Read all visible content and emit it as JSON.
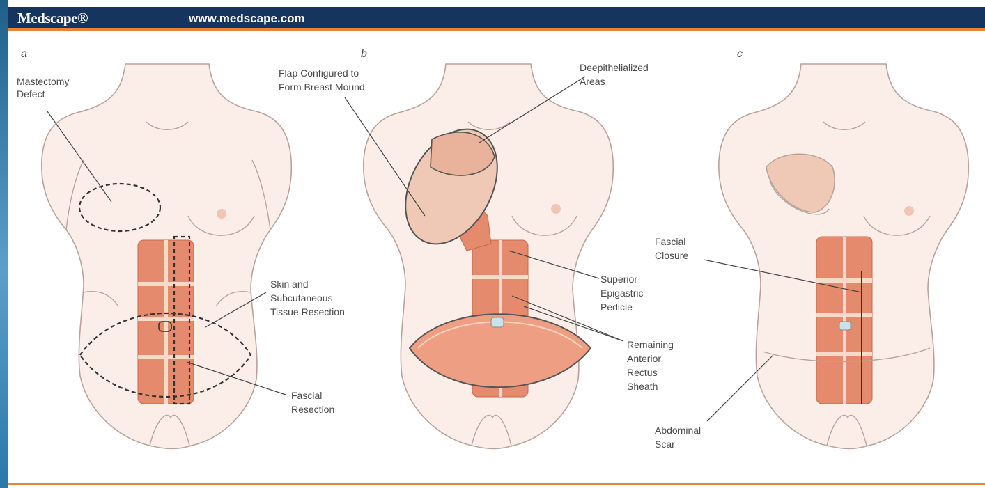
{
  "header": {
    "brand": "Medscape®",
    "url": "www.medscape.com"
  },
  "panels": [
    {
      "letter": "a",
      "labels": {
        "mastectomy_defect_1": "Mastectomy",
        "mastectomy_defect_2": "Defect",
        "skin_1": "Skin and",
        "skin_2": "Subcutaneous",
        "skin_3": "Tissue Resection",
        "fascial_res_1": "Fascial",
        "fascial_res_2": "Resection"
      }
    },
    {
      "letter": "b",
      "labels": {
        "flap_1": "Flap Configured to",
        "flap_2": "Form Breast Mound",
        "deep_1": "Deepithelialized",
        "deep_2": "Areas",
        "sup_1": "Superior",
        "sup_2": "Epigastric",
        "sup_3": "Pedicle",
        "rem_1": "Remaining",
        "rem_2": "Anterior",
        "rem_3": "Rectus",
        "rem_4": "Sheath"
      }
    },
    {
      "letter": "c",
      "labels": {
        "fc_1": "Fascial",
        "fc_2": "Closure",
        "scar_1": "Abdominal",
        "scar_2": "Scar"
      }
    }
  ],
  "colors": {
    "header_bg": "#16355e",
    "accent_orange": "#e8833a",
    "skin": "#fbeee8",
    "muscle": "#e58a6c"
  }
}
